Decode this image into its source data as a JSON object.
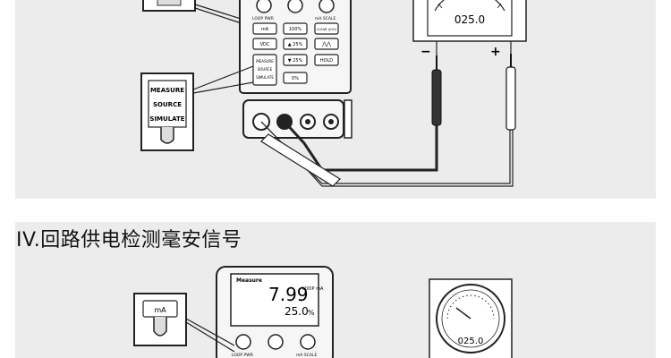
{
  "top_diagram": {
    "meter_keys": {
      "loop_pwr_label": "LOOP PWR",
      "ma_scale_label": "mA SCALE",
      "ma_key": "mA",
      "pct100_key": "100%",
      "clear_jog_key": "CLEAR (JOG)",
      "vdc_key": "VDC",
      "up25_key": "▲ 25%",
      "ramp_key": "⋀⋀",
      "mode_key": "MEASURE SOURCE SIMULATE",
      "down25_key": "▼ 25%",
      "hold_key": "HOLD",
      "pct0_key": "0%"
    },
    "mode_callout": {
      "measure": "MEASURE",
      "source": "SOURCE",
      "simulate": "SIMULATE"
    },
    "gauge_reading": "025.0",
    "probe_neg": "−",
    "probe_pos": "+"
  },
  "section_heading": "IV.回路供电检测毫安信号",
  "bottom_diagram": {
    "mode_label": "Measure",
    "lcd_main_value": "7.99",
    "lcd_main_unit": "LOOP mA",
    "lcd_percent_value": "25.0",
    "lcd_percent_unit": "%",
    "ma_callout": "mA",
    "loop_pwr_label": "LOOP PWR",
    "ma_scale_label": "mA SCALE",
    "gauge_reading": "025.0"
  }
}
